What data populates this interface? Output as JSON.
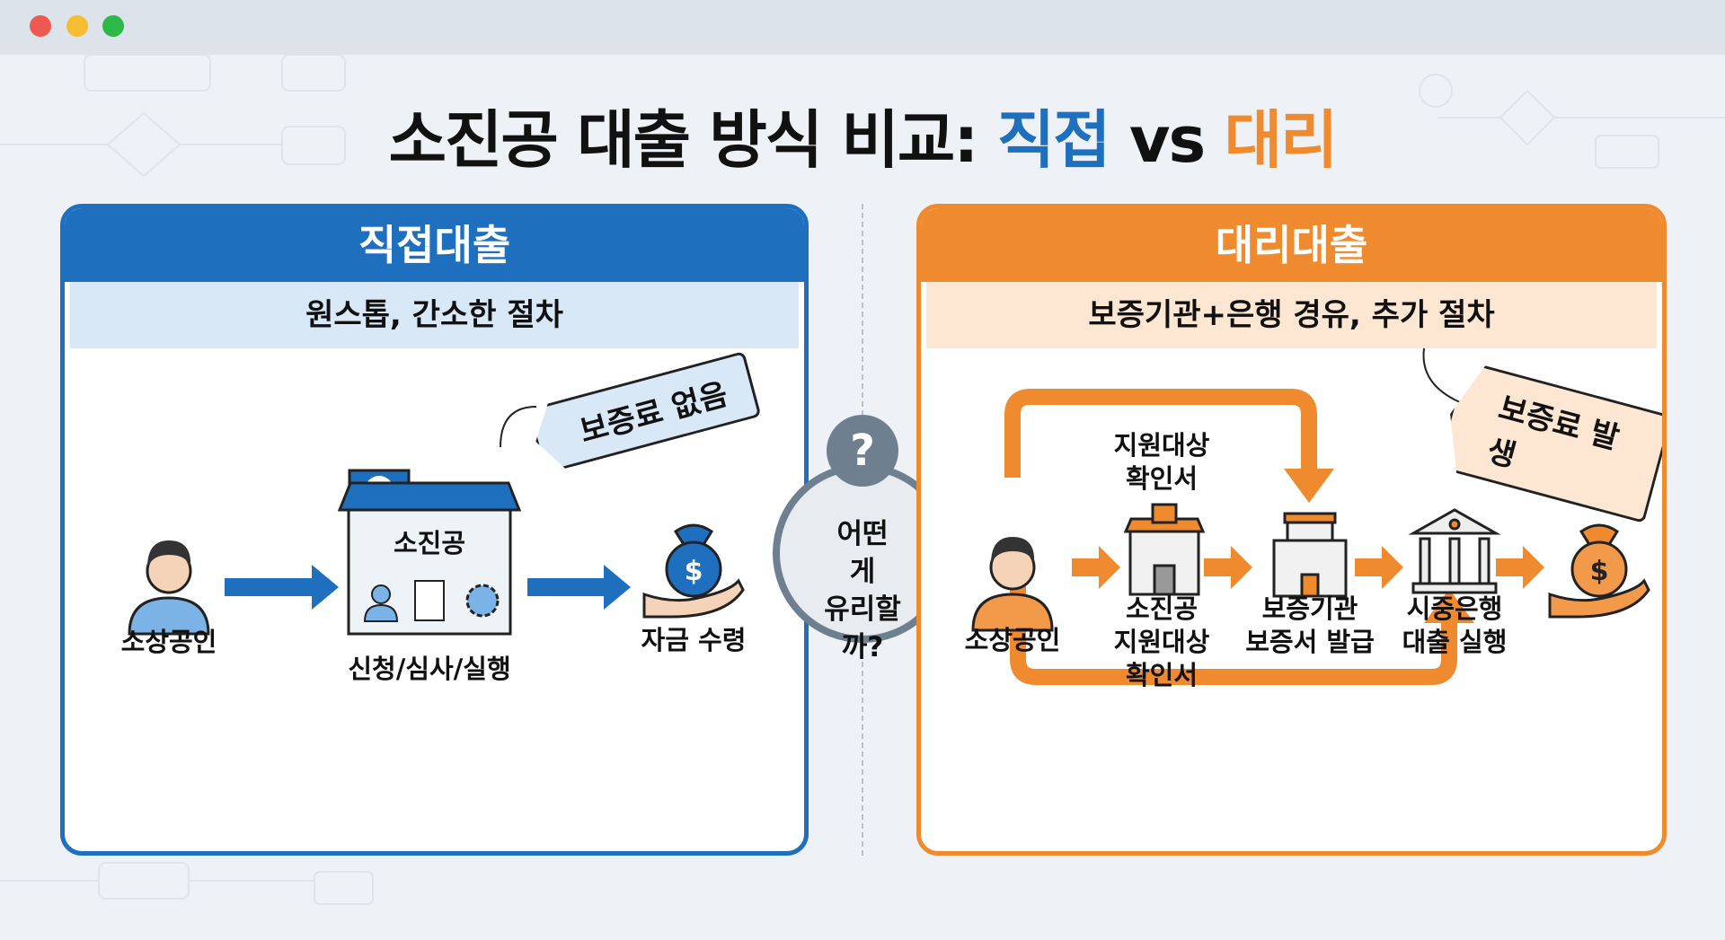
{
  "window": {
    "controls": [
      "close",
      "minimize",
      "maximize"
    ]
  },
  "title": {
    "part1": "소진공 대출 방식 비교: ",
    "direct": "직접",
    "vs": " vs ",
    "agency": "대리",
    "direct_color": "#1f6fbf",
    "agency_color": "#ef8a2e"
  },
  "left": {
    "header": "직접대출",
    "subheader": "원스톱, 간소한 절차",
    "color": "#1f6fbf",
    "person_label": "소상공인",
    "org_label": "소진공",
    "org_steps": "신청/심사/실행",
    "money_label": "자금 수령",
    "tag": "보증료 없음"
  },
  "center": {
    "question_mark": "?",
    "question": "어떤 게\n유리할까?"
  },
  "right": {
    "header": "대리대출",
    "subheader": "보증기관+은행 경유, 추가 절차",
    "color": "#ef8a2e",
    "person_label": "소상공인",
    "loop_label": "지원대상\n확인서",
    "steps": [
      {
        "label": "소진공\n지원대상\n확인서"
      },
      {
        "label": "보증기관\n보증서 발급"
      },
      {
        "label": "시중은행\n대출 실행"
      }
    ],
    "tag": "보증료 발생"
  }
}
